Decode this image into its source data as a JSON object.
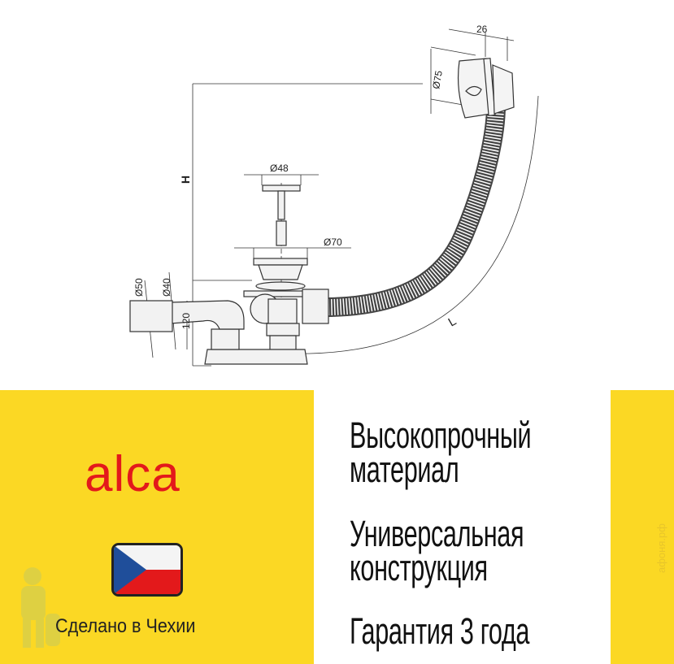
{
  "drawing": {
    "dimensions": {
      "d26": "26",
      "d75": "Ø75",
      "d48": "Ø48",
      "d70": "Ø70",
      "d50": "Ø50",
      "d40": "Ø40",
      "d120": "120",
      "h": "H",
      "l": "L"
    }
  },
  "brand": {
    "logo": "alca",
    "color": "#e3191b"
  },
  "origin": {
    "text": "Сделано в Чехии",
    "flag": "czech-flag"
  },
  "features": [
    {
      "line1": "Высокопрочный",
      "line2": "материал"
    },
    {
      "line1": "Универсальная",
      "line2": "конструкция"
    },
    {
      "line1": "Гарантия 3 года"
    }
  ],
  "watermark": "афоня.рф",
  "colors": {
    "yellow": "#fbd824",
    "text": "#111111"
  }
}
